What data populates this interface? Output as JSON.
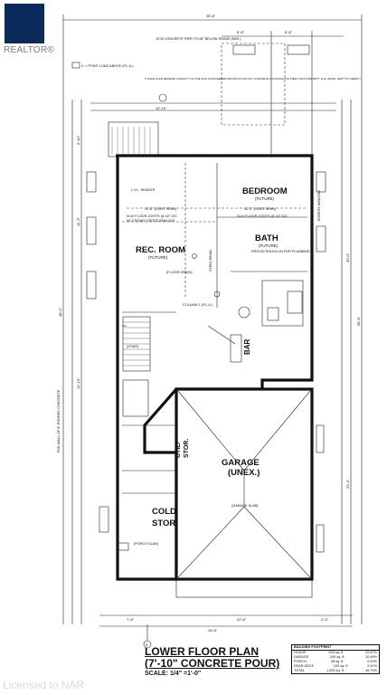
{
  "branding": {
    "logo_text": "REALTOR®",
    "license_text": "Licensed to NAR"
  },
  "title_block": {
    "title": "LOWER FLOOR PLAN",
    "subtitle": "(7'-10\" CONCRETE POUR)",
    "scale": "SCALE: 1/4\" =1'-0\""
  },
  "footprint": {
    "header": "BUILDING FOOTPRINT",
    "rows": [
      {
        "label": "HOUSE",
        "area": "943 sq. ft",
        "pct": "22.87%"
      },
      {
        "label": "GARAGE",
        "area": "449 sq. ft",
        "pct": "10.89%"
      },
      {
        "label": "PORCH",
        "area": "38 sq. ft",
        "pct": "0.92%"
      },
      {
        "label": "REAR DECK",
        "area": "100 sq. ft",
        "pct": "2.41%"
      },
      {
        "label": "TOTAL",
        "area": "1,530 sq. ft",
        "pct": "36.79%"
      }
    ]
  },
  "rooms": {
    "bedroom": {
      "name": "BEDROOM",
      "sub": "(FUTURE)"
    },
    "rec_room": {
      "name": "REC. ROOM",
      "sub": "(FUTURE)"
    },
    "bath": {
      "name": "BATH",
      "sub": "(FUTURE)",
      "note": "PROVID ROUGH-IN FOR PLUMBING"
    },
    "garage": {
      "name": "GARAGE",
      "sub": "(UNEX.)"
    },
    "cold_storage": {
      "name": "COLD",
      "name2": "STOR."
    },
    "utility_storage": {
      "name": "UTIL/",
      "name2": "STOR."
    },
    "bar": {
      "name": "BAR"
    },
    "garage_slab": {
      "name": "(GARAGE SLAB)"
    },
    "porch_slab": {
      "name": "(PORCH SLAB)"
    }
  },
  "notes": {
    "point_load": "= POINT LOAD ABOVE (P.L.A.)",
    "concrete_pier": "14\"Ø CONCRETE PIER TO 48\" BELOW GRADE (MIN.)",
    "bearing": "6' SAFE LOAD BEARING CAPACITY OF THE SOIL IS EXCEEDED PROVID 54\"x54\"x12\" CONCRETE FOOTINGS (NO PIER) C/W 6-15M BOTT. E.W. (BLDG. DEPT TO VERIFY)",
    "lvl_header": "L.V.L. HEADER",
    "joists_1": "2x10 FLOOR JOISTS @ 16\" O/C",
    "joists_2": "2x10 FLOOR JOISTS @ 16\" O/C",
    "cross_bracing": "W/ 2 ROWS CROSS BRACING",
    "joist_span_1": "12'-6\" (JOIST SPAN)",
    "joist_span_2": "12'-2\" (JOIST SPAN)",
    "steel_beam": "STEEL BEAM",
    "column": "COLUMN 1 (P.L.A.)",
    "floor_drain": "(FLOOR DRAIN)",
    "egress": "EGRESS WINDOW",
    "wall_note": "FDN WALL OF 8\" POURED CONCRETE",
    "stair": "(STAIR)"
  },
  "dimensions": {
    "top_overall": "28'-8\"",
    "top_left": "6'-8\"",
    "top_right": "6'-8\"",
    "left_overall": "48'-0\"",
    "left_1": "6'-10\"",
    "left_2": "11'-3\"",
    "left_3": "12'-10\"",
    "right_overall": "58'-8\"",
    "right_1": "30'-0\"",
    "right_2": "23'-4\"",
    "bottom_overall": "28'-8\"",
    "bottom_left": "7'-8\"",
    "bottom_mid": "22'-8\"",
    "bottom_right": "2'-0\"",
    "deck_dim": "12'-10\""
  },
  "markers": {
    "point_load_symbol": "X",
    "section_marker": "A"
  }
}
